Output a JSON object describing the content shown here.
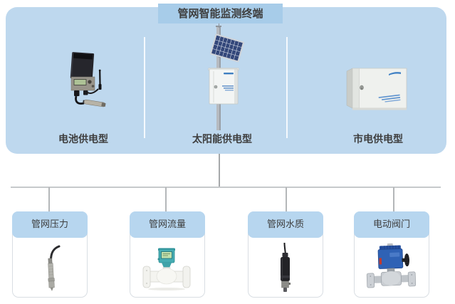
{
  "title": {
    "text": "管网智能监测终端"
  },
  "terminals": {
    "items": [
      {
        "label": "电池供电型",
        "icon": "battery-powered-terminal-icon"
      },
      {
        "label": "太阳能供电型",
        "icon": "solar-powered-terminal-icon"
      },
      {
        "label": "市电供电型",
        "icon": "mains-powered-terminal-icon"
      }
    ]
  },
  "sensors": {
    "items": [
      {
        "label": "管网压力",
        "icon": "pressure-sensor-icon"
      },
      {
        "label": "管网流量",
        "icon": "flow-meter-icon"
      },
      {
        "label": "管网水质",
        "icon": "water-quality-sensor-icon"
      },
      {
        "label": "电动阀门",
        "icon": "electric-valve-icon"
      }
    ]
  },
  "colors": {
    "panel_bg": "#bed8ee",
    "title_bg": "#a7cce9",
    "card_header_bg": "#b7d6ef",
    "connector_line": "#b4b7b9",
    "text": "#3e3e3e",
    "solar_cell": "#33477a",
    "flow_meter_teal": "#45acb2",
    "valve_blue": "#2f62b5"
  }
}
